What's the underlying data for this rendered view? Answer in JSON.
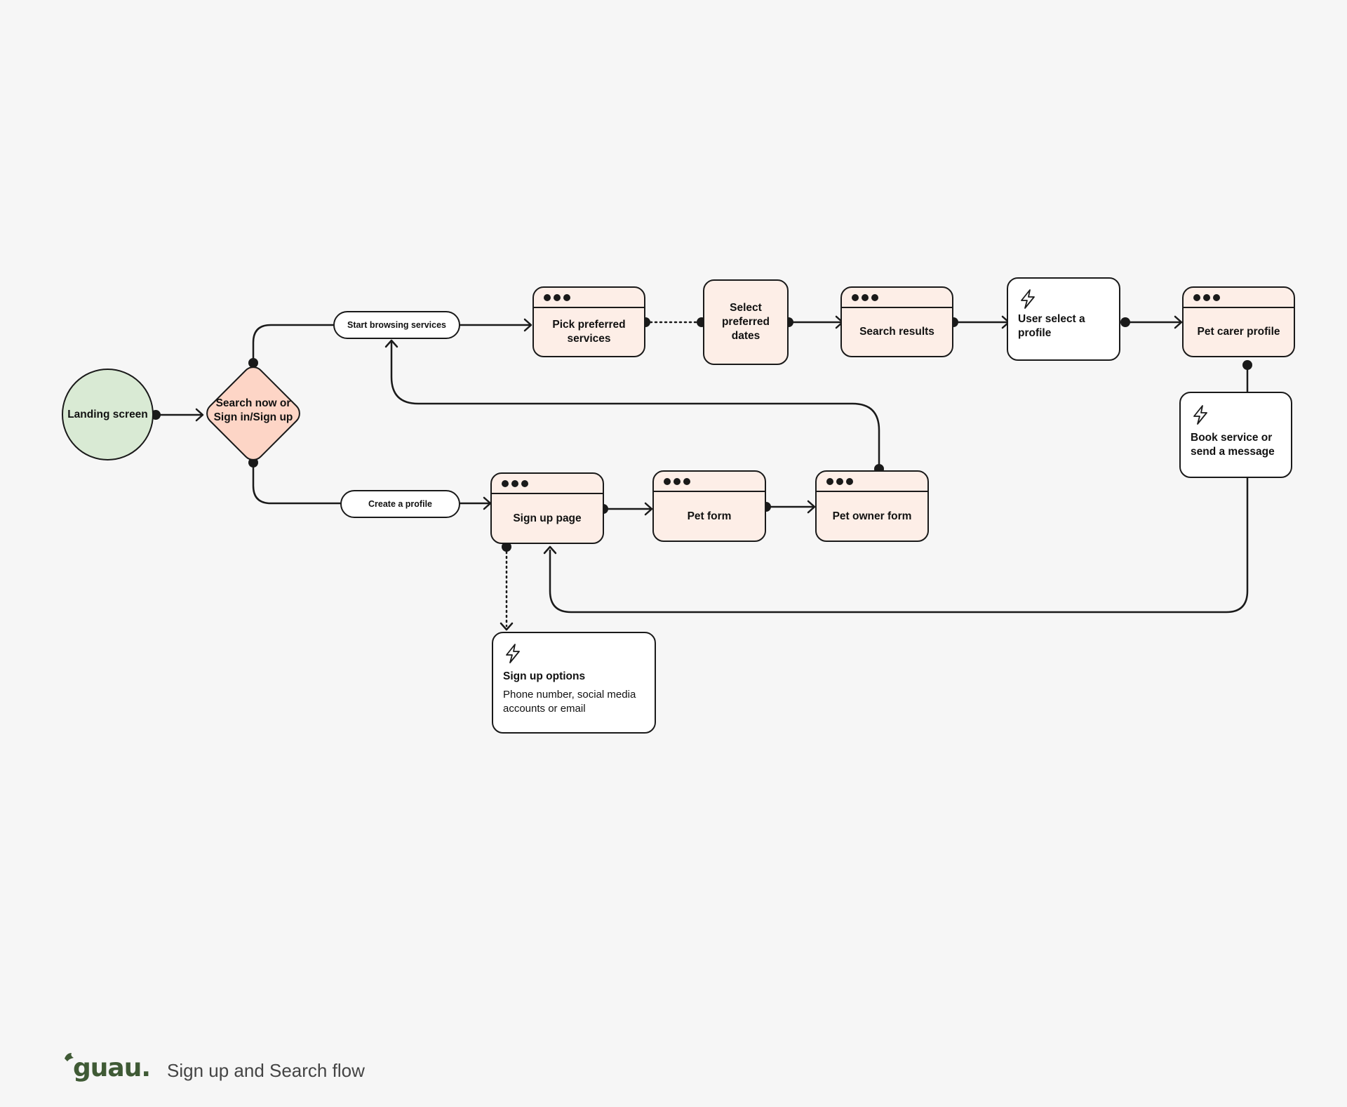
{
  "nodes": {
    "landing": "Landing screen",
    "decision": "Search now or Sign in/Sign up",
    "browse_label": "Start browsing services",
    "profile_label": "Create a profile",
    "pick_services": "Pick preferred services",
    "select_dates": "Select preferred dates",
    "search_results": "Search results",
    "user_select": "User select a profile",
    "pet_carer": "Pet carer profile",
    "book_service": "Book service or send a message",
    "signup_page": "Sign up page",
    "pet_form": "Pet form",
    "owner_form": "Pet owner form",
    "signup_options_title": "Sign up options",
    "signup_options_desc": "Phone number, social media accounts or email"
  },
  "icons": {
    "screen_header": "window-dots-icon",
    "action": "lightning-bolt-icon",
    "logo": "dog-ear-icon"
  },
  "footer": {
    "brand": "guau.",
    "title": "Sign up and Search flow"
  },
  "colors": {
    "background": "#f6f6f6",
    "start": "#d9ead4",
    "decision": "#fdd5c6",
    "screen": "#fdeee7",
    "action": "#ffffff",
    "stroke": "#1a1a1a",
    "brand": "#3f5a35"
  }
}
